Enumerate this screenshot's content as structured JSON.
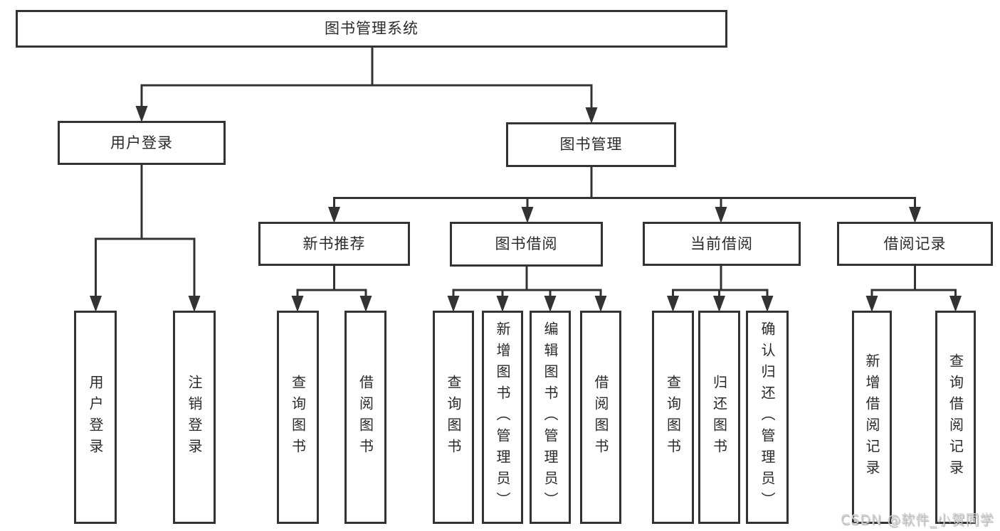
{
  "colors": {
    "background": "#ffffff",
    "line": "#333333",
    "box_border": "#333333",
    "text": "#2a2a2a",
    "watermark": "#d0d0d0"
  },
  "watermark": {
    "text": "CSDN @软件_小贺同学"
  },
  "tree": {
    "root": "图书管理系统",
    "user_login": {
      "label": "用户登录",
      "children": [
        "用户登录",
        "注销登录"
      ]
    },
    "book_management": {
      "label": "图书管理",
      "sections": {
        "new_books": {
          "label": "新书推荐",
          "children": [
            "查询图书",
            "借阅图书"
          ]
        },
        "book_borrowing": {
          "label": "图书借阅",
          "children": [
            "查询图书",
            "新增图书（管理员）",
            "编辑图书（管理员）",
            "借阅图书"
          ]
        },
        "current_borrowing": {
          "label": "当前借阅",
          "children": [
            "查询图书",
            "归还图书",
            "确认归还（管理员）"
          ]
        },
        "borrowing_records": {
          "label": "借阅记录",
          "children": [
            "新增借阅记录",
            "查询借阅记录"
          ]
        }
      }
    }
  }
}
